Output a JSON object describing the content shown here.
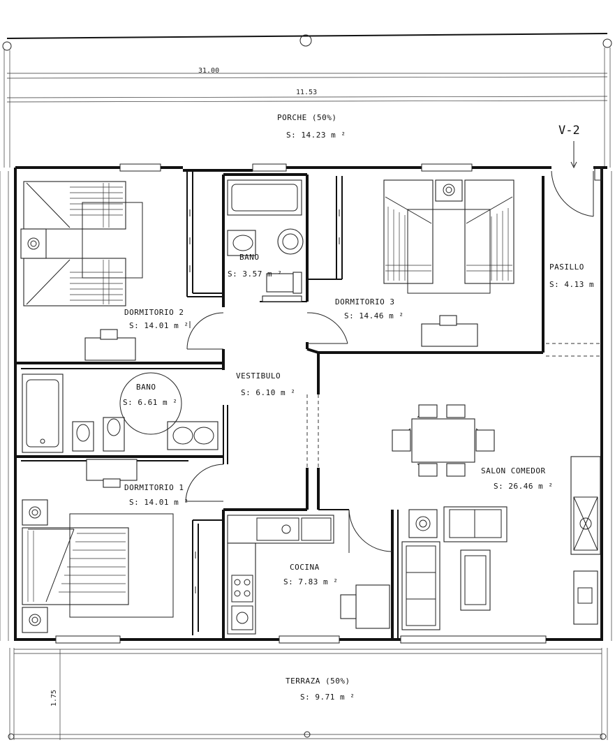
{
  "dimensions": {
    "total": "31.00",
    "inner": "11.53",
    "terrace_depth": "1.75"
  },
  "section_mark": "V-2",
  "rooms": {
    "porche": {
      "name": "PORCHE (50%)",
      "area": "S: 14.23 m ²"
    },
    "pasillo": {
      "name": "PASILLO",
      "area": "S: 4.13 m ²"
    },
    "bano_top": {
      "name": "BANO",
      "area": "S: 3.57 m ²"
    },
    "dormitorio2": {
      "name": "DORMITORIO 2",
      "area": "S: 14.01 m ²"
    },
    "dormitorio3": {
      "name": "DORMITORIO 3",
      "area": "S: 14.46 m ²"
    },
    "bano_mid": {
      "name": "BANO",
      "area": "S: 6.61 m ²"
    },
    "vestibulo": {
      "name": "VESTIBULO",
      "area": "S: 6.10 m ²"
    },
    "dormitorio1": {
      "name": "DORMITORIO 1",
      "area": "S: 14.01 m ²"
    },
    "salon": {
      "name": "SALON COMEDOR",
      "area": "S: 26.46 m ²"
    },
    "cocina": {
      "name": "COCINA",
      "area": "S: 7.83 m ²"
    },
    "terraza": {
      "name": "TERRAZA (50%)",
      "area": "S: 9.71 m ²"
    }
  }
}
